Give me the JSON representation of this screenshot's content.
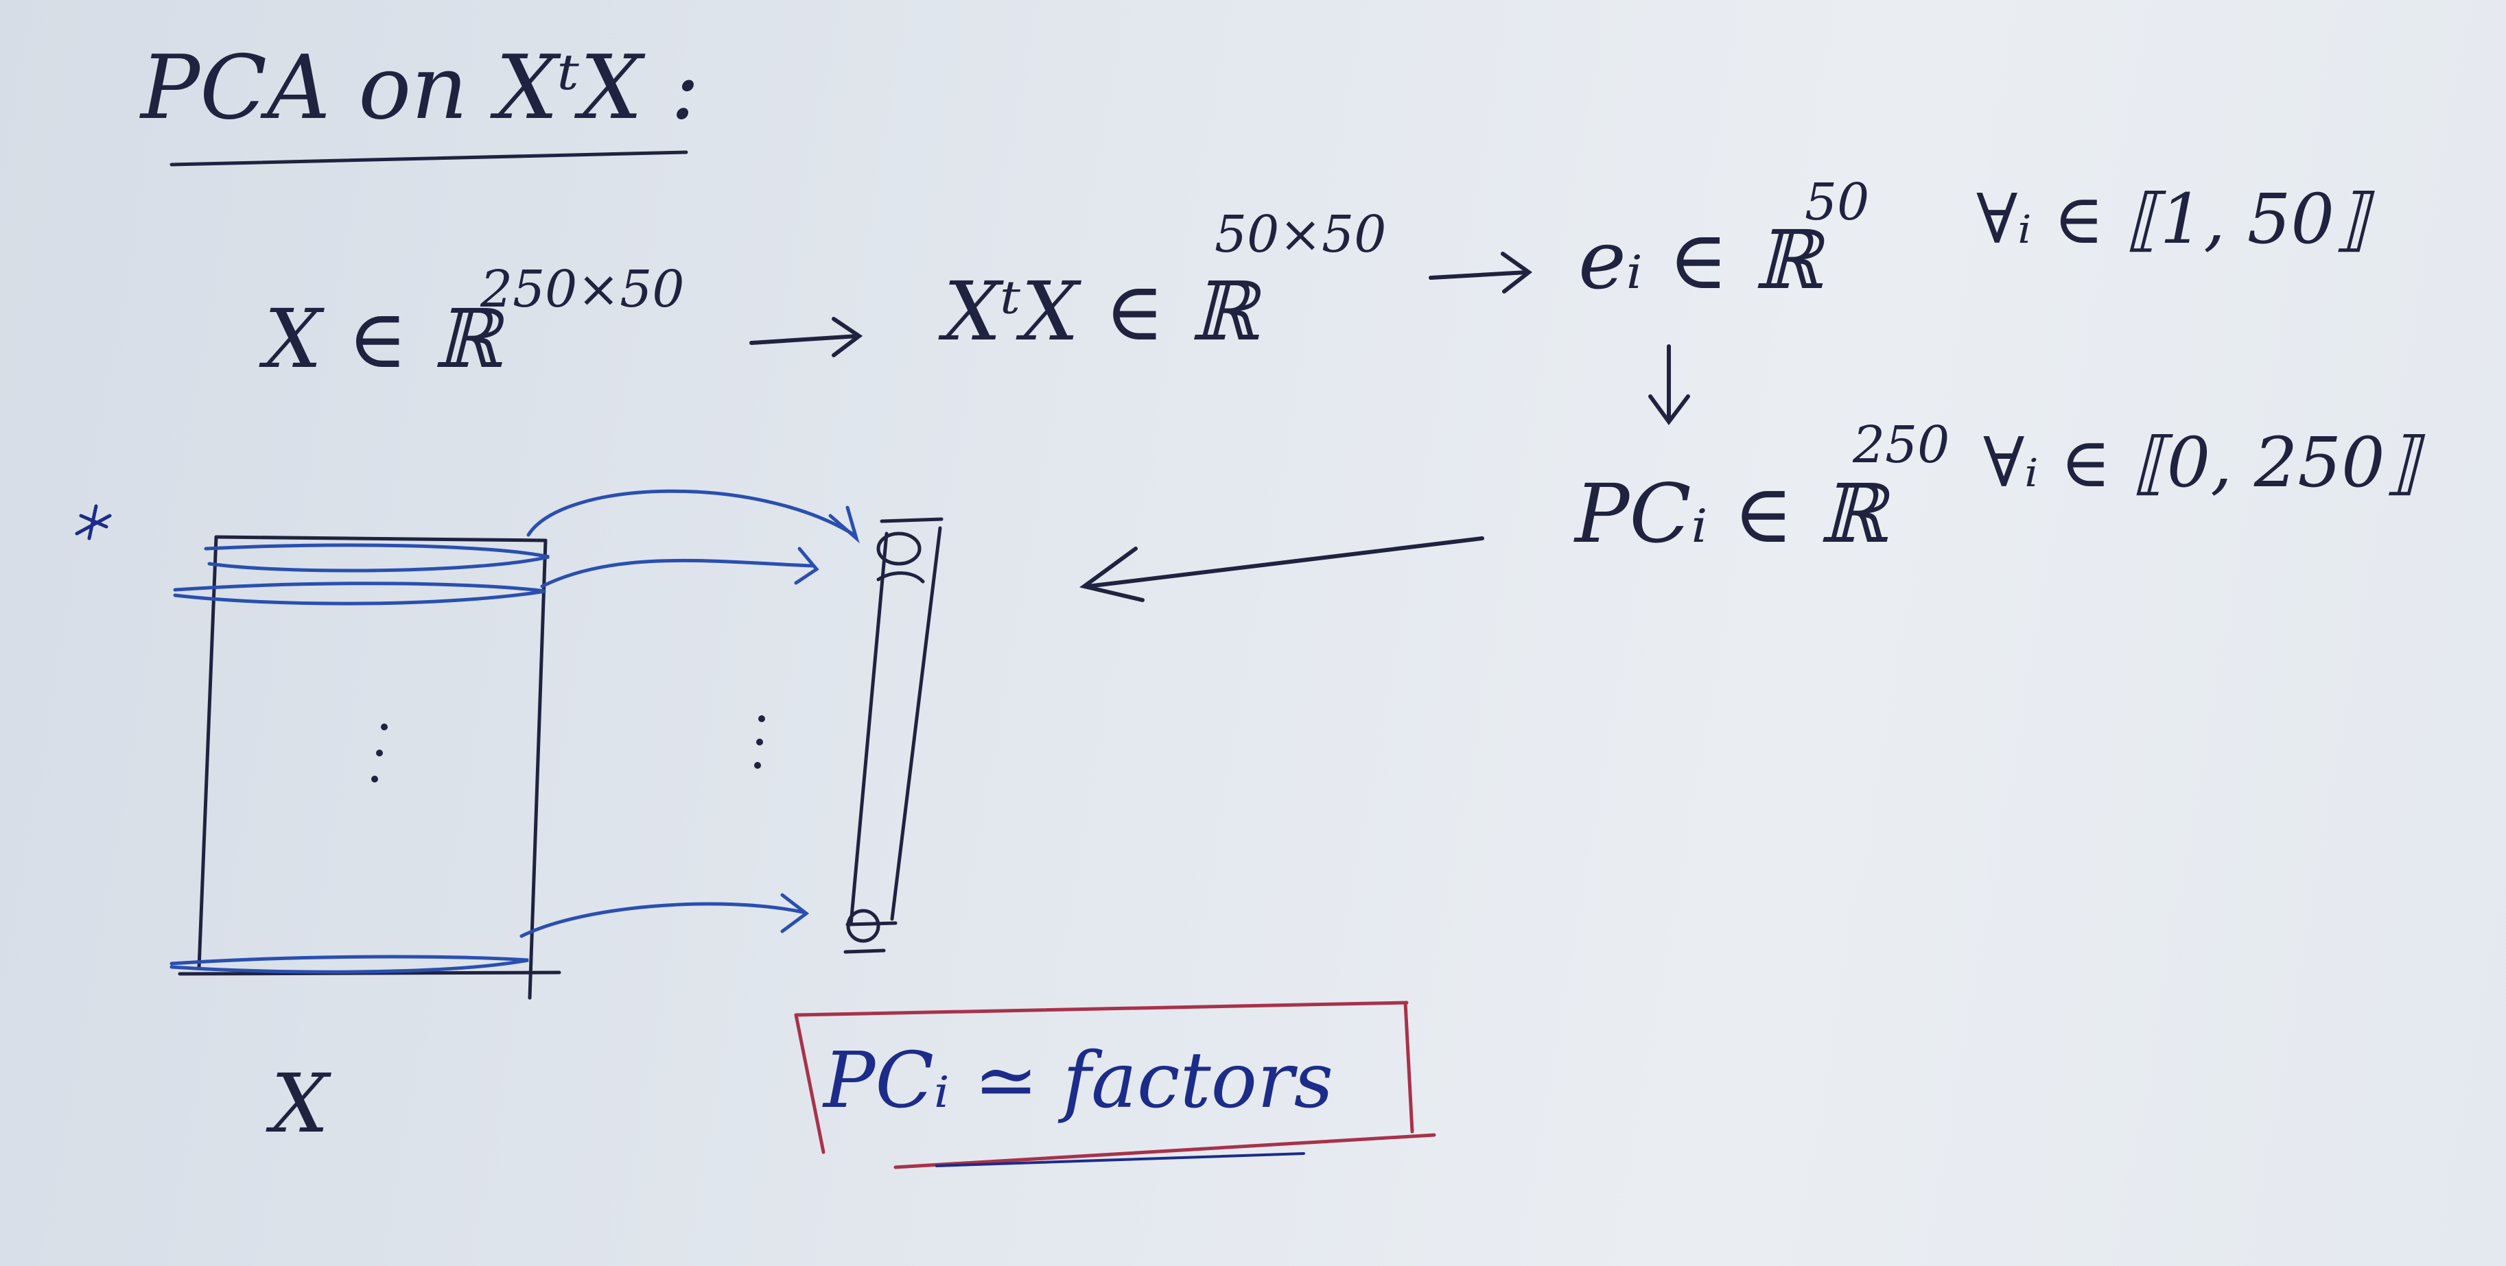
{
  "title": "PCA on XᵗX :",
  "row1": {
    "x_in": "X ∈ ℝ",
    "x_dim": "250×50",
    "xtx_in": "XᵗX ∈ ℝ",
    "xtx_dim": "50×50",
    "e_in": "eᵢ ∈ ℝ",
    "e_dim": "50",
    "e_range": "∀ᵢ ∈ ⟦1, 50⟧"
  },
  "row2": {
    "pc_in": "PCᵢ ∈ ℝ",
    "pc_dim": "250",
    "pc_range": "∀ᵢ ∈ ⟦0, 250⟧"
  },
  "matrix_label": "X",
  "boxed_note": "PCᵢ ≃ factors",
  "colors": {
    "ink": "#20233f",
    "blue_pen": "#2a4fb0",
    "red_pen": "#a8324a",
    "paper": "#e2e7ee"
  }
}
